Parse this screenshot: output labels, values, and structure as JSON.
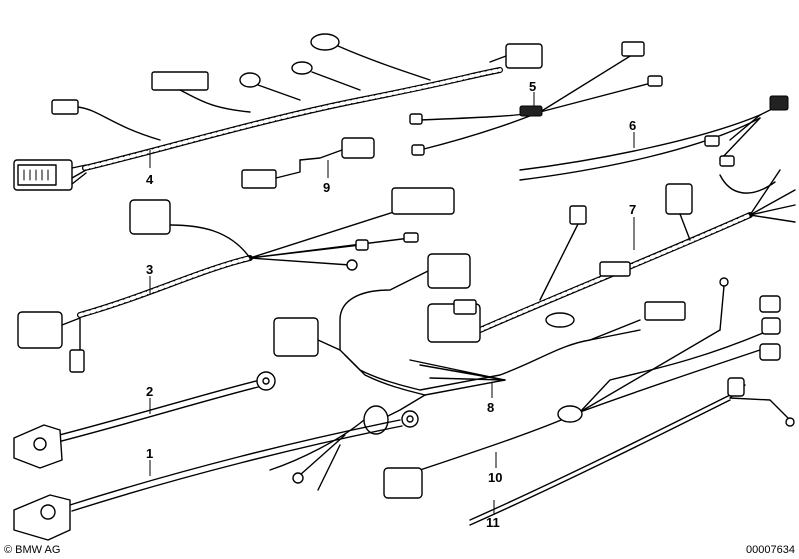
{
  "diagram": {
    "callouts": [
      "1",
      "2",
      "3",
      "4",
      "5",
      "6",
      "7",
      "8",
      "9",
      "10",
      "11"
    ]
  },
  "footer": {
    "copyright": "© BMW AG",
    "document_number": "00007634"
  }
}
